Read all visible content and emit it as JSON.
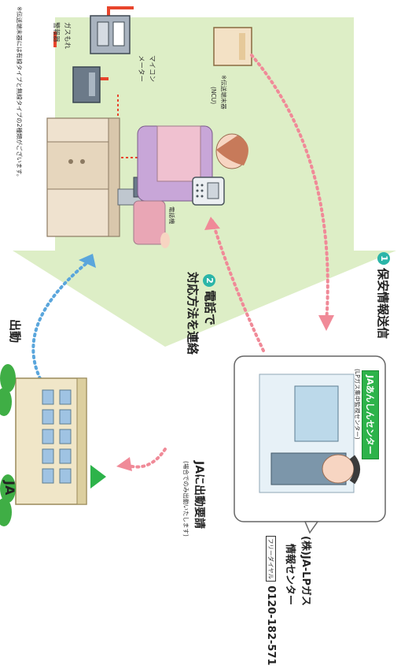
{
  "steps": {
    "s1": {
      "num": "1",
      "title": "保安情報送信"
    },
    "s2": {
      "num": "2",
      "title_line1": "電話で",
      "title_line2": "対応方法を連絡"
    }
  },
  "labels": {
    "gas_leak_alarm_line1": "ガスもれ",
    "gas_leak_alarm_line2": "警報器",
    "microcom_line1": "マイコン",
    "microcom_line2": "メーター",
    "ncu_line1": "※伝送端末器",
    "ncu_line2": "(NCU)",
    "telephone": "電話機",
    "dispatch": "出動",
    "ja": "JA",
    "dispatch_request": "JAに出動要請",
    "dispatch_note": "(場合でのみ出動いたします)",
    "footnote": "※伝送端末器には有線タイプと無線タイプの2種類がございます。"
  },
  "center": {
    "badge": "JAあんしんセンター",
    "sub": "(LPガス集中監視センター)",
    "company_line1": "(株)JA-LPガス",
    "company_line2": "情報センター",
    "phone_icon": "フリーダイヤル",
    "phone": "0120-182-571"
  },
  "colors": {
    "accent_teal": "#2bb5a8",
    "house_green": "#ddeec6",
    "pipe_red": "#e8452c",
    "dotted_pink": "#f08a98",
    "dotted_blue": "#5aa6dc",
    "badge_green": "#2db34a"
  }
}
